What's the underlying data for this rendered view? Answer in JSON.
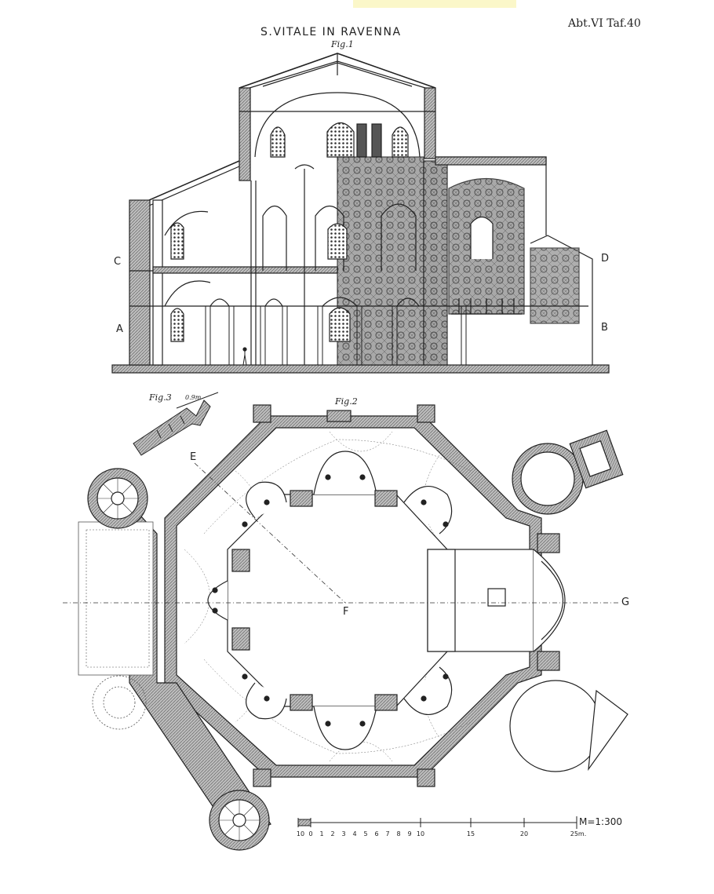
{
  "page": {
    "title": "S.VITALE IN RAVENNA",
    "plate": "Abt.VI Taf.40",
    "scale": "M=1:300"
  },
  "figures": {
    "fig1": "Fig.1",
    "fig2": "Fig.2",
    "fig3": "Fig.3",
    "fig3_dim": "0.9m"
  },
  "section_labels": {
    "A": "A",
    "B": "B",
    "C": "C",
    "D": "D"
  },
  "plan_labels": {
    "E": "E",
    "F": "F",
    "G": "G"
  },
  "scale_ticks": [
    "10",
    "0",
    "1",
    "2",
    "3",
    "4",
    "5",
    "6",
    "7",
    "8",
    "9",
    "10",
    "15",
    "20",
    "25m."
  ]
}
